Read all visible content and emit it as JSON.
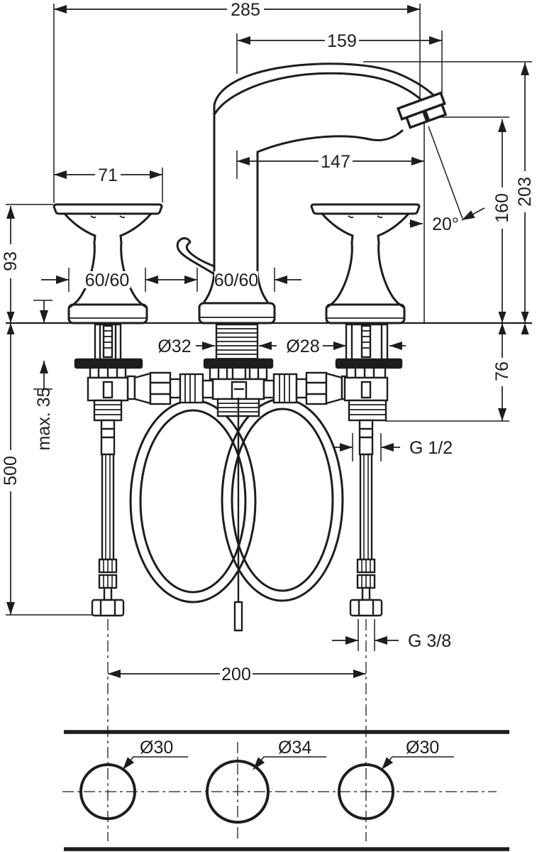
{
  "meta": {
    "background": "#ffffff",
    "line_color": "#1d1d1b",
    "view_top": "faucet elevation with mounting parts",
    "view_bottom": "deck hole drilling plan"
  },
  "dims": {
    "overall_width": "285",
    "projection_total": "159",
    "projection_spout": "147",
    "handle_width": "71",
    "handle_height": "93",
    "escutcheon_left": "60/60",
    "escutcheon_center": "60/60",
    "spout_angle": "20°",
    "outlet_height": "160",
    "total_height": "203",
    "spout_shank_dia": "Ø32",
    "handle_shank_dia": "Ø28",
    "shank_length": "76",
    "max_mounting": "max. 35",
    "hose_length": "500",
    "riser_thread": "G 1/2",
    "hose_thread": "G 3/8",
    "hole_spacing": "200",
    "hole_left": "Ø30",
    "hole_center": "Ø34",
    "hole_right": "Ø30"
  }
}
